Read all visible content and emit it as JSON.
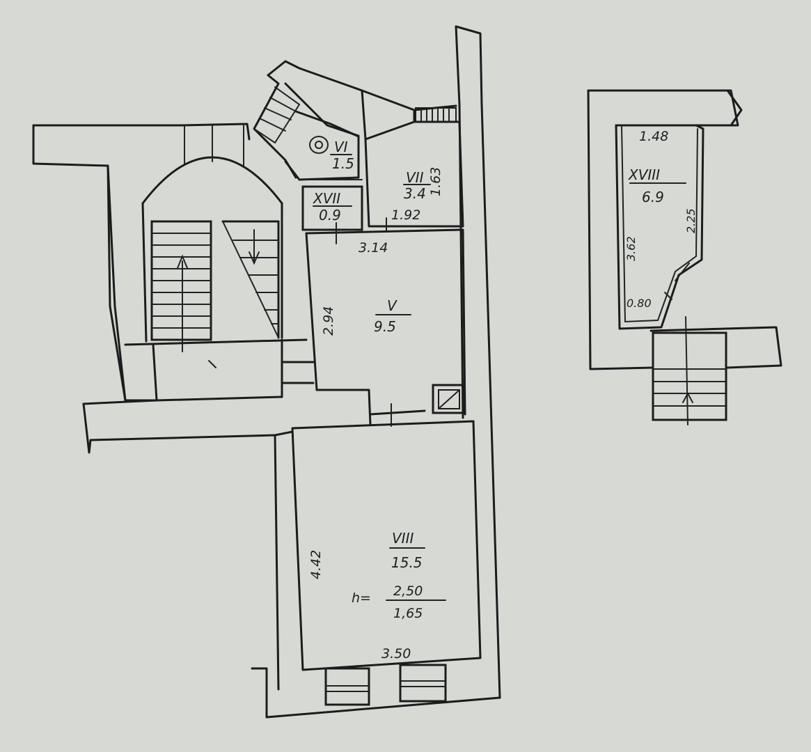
{
  "rooms": {
    "vi": {
      "number": "VI",
      "area": "1.5"
    },
    "vii": {
      "number": "VII",
      "area": "3.4"
    },
    "xvii": {
      "number": "XVII",
      "area": "0.9"
    },
    "v": {
      "number": "V",
      "area": "9.5"
    },
    "viii": {
      "number": "VIII",
      "area": "15.5"
    },
    "xviii": {
      "number": "XVIII",
      "area": "6.9"
    }
  },
  "dimensions": {
    "vii_width": "1.92",
    "vii_height": "1.63",
    "v_width": "3.14",
    "v_height": "2.94",
    "viii_width": "3.50",
    "viii_height": "4.42",
    "xviii_top": "1.48",
    "xviii_left": "3.62",
    "xviii_right": "2.25",
    "xviii_bottom": "0.80"
  },
  "ceiling_height": {
    "prefix": "h=",
    "upper": "2,50",
    "lower": "1,65"
  },
  "colors": {
    "paper": "#dcdcd9",
    "ink": "#1c1c1c"
  }
}
